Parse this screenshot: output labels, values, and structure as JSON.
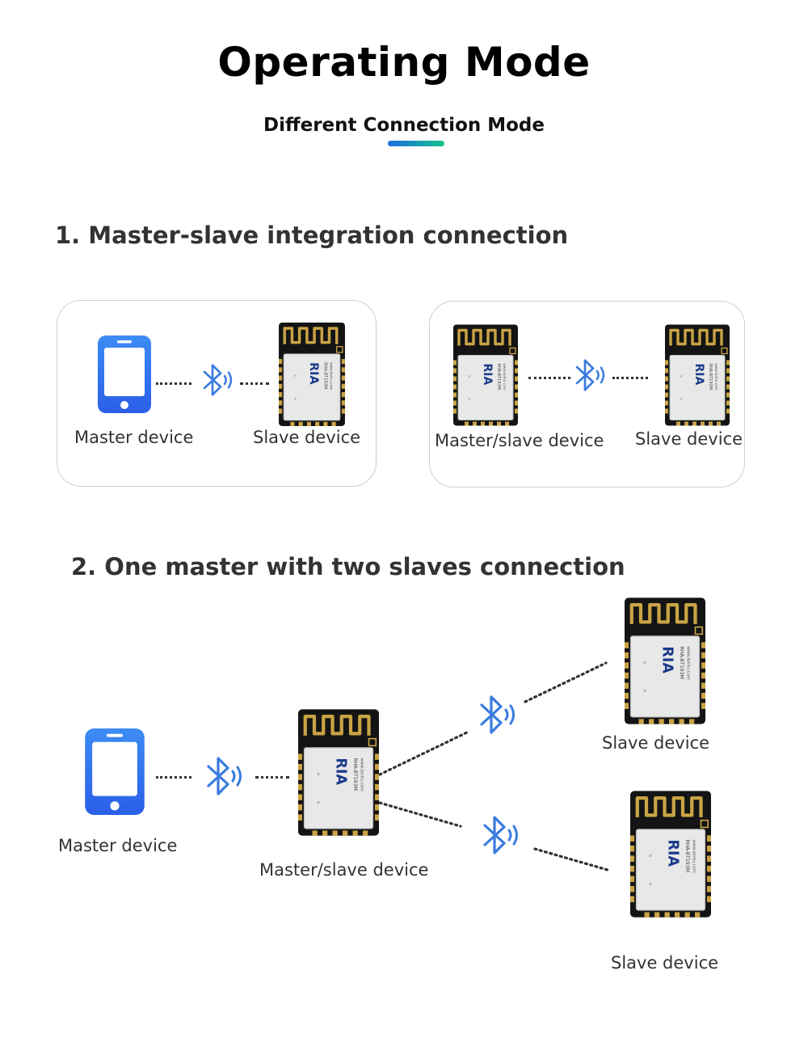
{
  "header": {
    "title": "Operating Mode",
    "subtitle": "Different Connection Mode",
    "accent_gradient": [
      "#1e6be0",
      "#14c38e"
    ]
  },
  "section1": {
    "heading": "1. Master-slave integration connection",
    "card_left": {
      "left_label": "Master device",
      "right_label": "Slave device"
    },
    "card_right": {
      "left_label": "Master/slave device",
      "right_label": "Slave device"
    }
  },
  "section2": {
    "heading": "2. One master with two slaves connection",
    "master_label": "Master device",
    "hub_label": "Master/slave device",
    "slave_top_label": "Slave device",
    "slave_bottom_label": "Slave device"
  },
  "icons": {
    "phone": "phone-icon",
    "bluetooth": "bluetooth-icon",
    "module": "bluetooth-module-icon",
    "module_marking": "RIA"
  },
  "colors": {
    "phone_blue": "#2f6df0",
    "bluetooth_blue": "#3a7be0",
    "module_gold": "#c9a445",
    "module_black": "#141414",
    "module_shield": "#e6e6e6"
  }
}
